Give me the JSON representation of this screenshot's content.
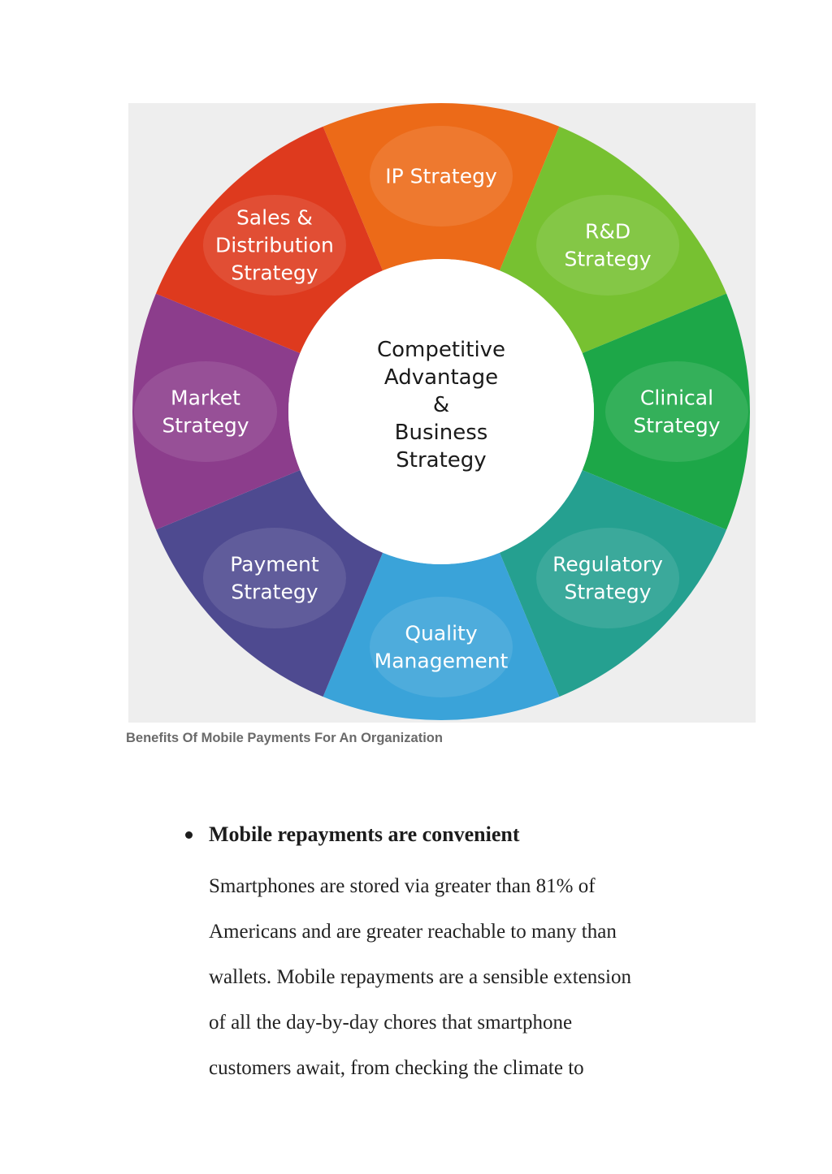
{
  "diagram": {
    "center": [
      "Competitive",
      "Advantage",
      "&",
      "Business",
      "Strategy"
    ],
    "segments": [
      {
        "label": [
          "IP Strategy"
        ],
        "color": "#ec6a18"
      },
      {
        "label": [
          "R&D",
          "Strategy"
        ],
        "color": "#77c131"
      },
      {
        "label": [
          "Clinical",
          "Strategy"
        ],
        "color": "#1da748"
      },
      {
        "label": [
          "Regulatory",
          "Strategy"
        ],
        "color": "#25a090"
      },
      {
        "label": [
          "Quality",
          "Management"
        ],
        "color": "#3aa3d9"
      },
      {
        "label": [
          "Payment",
          "Strategy"
        ],
        "color": "#4e4a90"
      },
      {
        "label": [
          "Market",
          "Strategy"
        ],
        "color": "#8c3d8c"
      },
      {
        "label": [
          "Sales &",
          "Distribution",
          "Strategy"
        ],
        "color": "#de3a1e"
      }
    ]
  },
  "caption": "Benefits Of Mobile Payments For An Organization",
  "section": {
    "heading": "Mobile repayments are convenient",
    "lines": [
      "Smartphones are stored via greater than 81% of",
      "Americans and are greater reachable to many than",
      "wallets. Mobile repayments are a sensible extension",
      "of all the day-by-day chores that smartphone",
      "customers await, from checking the climate to"
    ]
  }
}
